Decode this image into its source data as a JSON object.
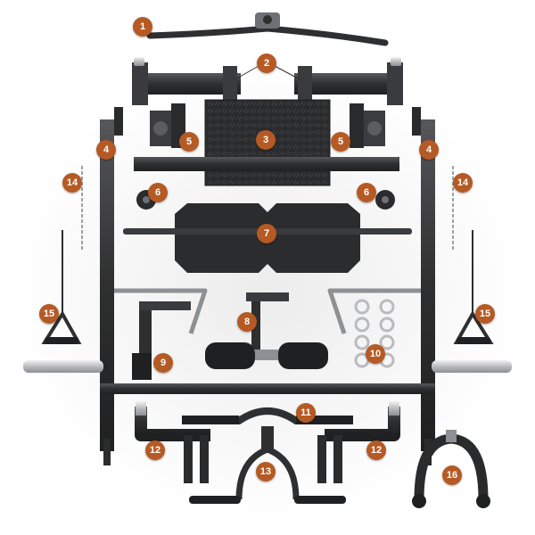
{
  "colors": {
    "frame": "#2e2f31",
    "frame_light": "#4a4c50",
    "chrome": "#c8cacc",
    "badge": "#b55a24",
    "badge_text": "#ffffff",
    "shadow": "#e9e9e9"
  },
  "callouts": [
    {
      "id": "c1",
      "label": "1"
    },
    {
      "id": "c2",
      "label": "2"
    },
    {
      "id": "c3",
      "label": "3"
    },
    {
      "id": "c4a",
      "label": "4"
    },
    {
      "id": "c4b",
      "label": "4"
    },
    {
      "id": "c5a",
      "label": "5"
    },
    {
      "id": "c5b",
      "label": "5"
    },
    {
      "id": "c6a",
      "label": "6"
    },
    {
      "id": "c6b",
      "label": "6"
    },
    {
      "id": "c7",
      "label": "7"
    },
    {
      "id": "c8",
      "label": "8"
    },
    {
      "id": "c9",
      "label": "9"
    },
    {
      "id": "c10",
      "label": "10"
    },
    {
      "id": "c11",
      "label": "11"
    },
    {
      "id": "c12a",
      "label": "12"
    },
    {
      "id": "c12b",
      "label": "12"
    },
    {
      "id": "c13",
      "label": "13"
    },
    {
      "id": "c14a",
      "label": "14"
    },
    {
      "id": "c14b",
      "label": "14"
    },
    {
      "id": "c15a",
      "label": "15"
    },
    {
      "id": "c15b",
      "label": "15"
    },
    {
      "id": "c16",
      "label": "16"
    }
  ]
}
